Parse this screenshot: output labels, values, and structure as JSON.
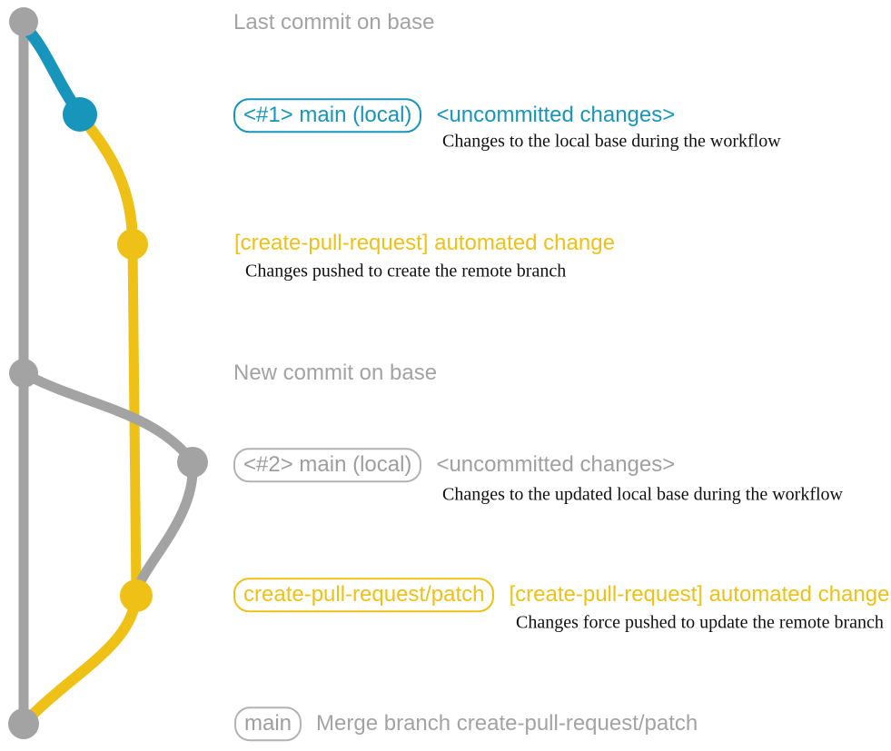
{
  "colors": {
    "gray": "#a3a3a3",
    "teal": "#1795ba",
    "yellow": "#efc117",
    "description_text": "#111111",
    "background": "#ffffff"
  },
  "rows": {
    "last_commit": {
      "label": "Last commit on base"
    },
    "local1": {
      "badge": "<#1> main (local)",
      "title": "<uncommitted changes>",
      "description": "Changes to the local base during the workflow"
    },
    "push1": {
      "title": "[create-pull-request] automated change",
      "description": "Changes pushed to create the remote branch"
    },
    "new_commit": {
      "label": "New commit on base"
    },
    "local2": {
      "badge": "<#2> main (local)",
      "title": "<uncommitted changes>",
      "description": "Changes to the updated local base during the workflow"
    },
    "push2": {
      "badge": "create-pull-request/patch",
      "title": "[create-pull-request] automated change",
      "description": "Changes force pushed to update the remote branch"
    },
    "merge": {
      "badge": "main",
      "label": "Merge branch create-pull-request/patch"
    }
  }
}
